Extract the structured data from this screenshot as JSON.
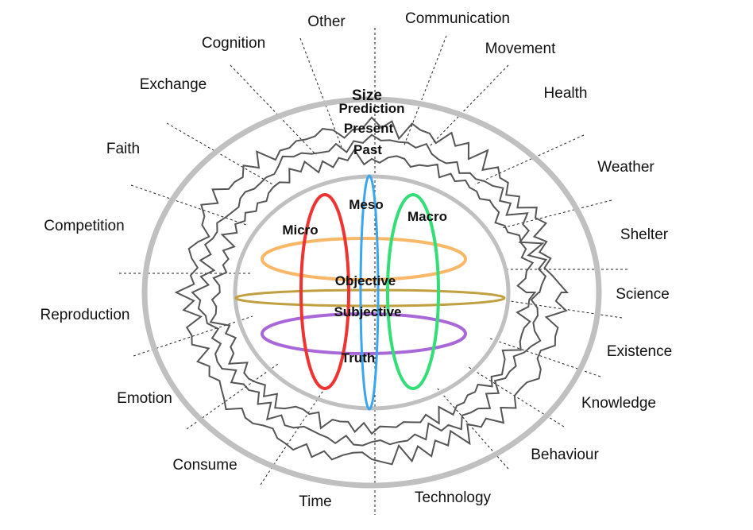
{
  "outer_labels": {
    "other": "Other",
    "communication": "Communication",
    "cognition": "Cognition",
    "movement": "Movement",
    "exchange": "Exchange",
    "health": "Health",
    "faith": "Faith",
    "weather": "Weather",
    "competition": "Competition",
    "shelter": "Shelter",
    "science": "Science",
    "reproduction": "Reproduction",
    "existence": "Existence",
    "emotion": "Emotion",
    "knowledge": "Knowledge",
    "consume": "Consume",
    "behaviour": "Behaviour",
    "time": "Time",
    "technology": "Technology"
  },
  "layers": {
    "size": "Size",
    "prediction": "Prediction",
    "present": "Present",
    "past": "Past"
  },
  "scales": {
    "micro": "Micro",
    "meso": "Meso",
    "macro": "Macro"
  },
  "planes": {
    "objective": "Objective",
    "subjective": "Subjective",
    "truth": "Truth"
  },
  "colors": {
    "ring_gray": "#c0c0c0",
    "micro": "#ee3333",
    "meso": "#3aa6ee",
    "macro": "#33dd77",
    "objective": "#f8b868",
    "subjective": "#c0a040",
    "truth": "#a868d8",
    "wavy": "#555555"
  }
}
